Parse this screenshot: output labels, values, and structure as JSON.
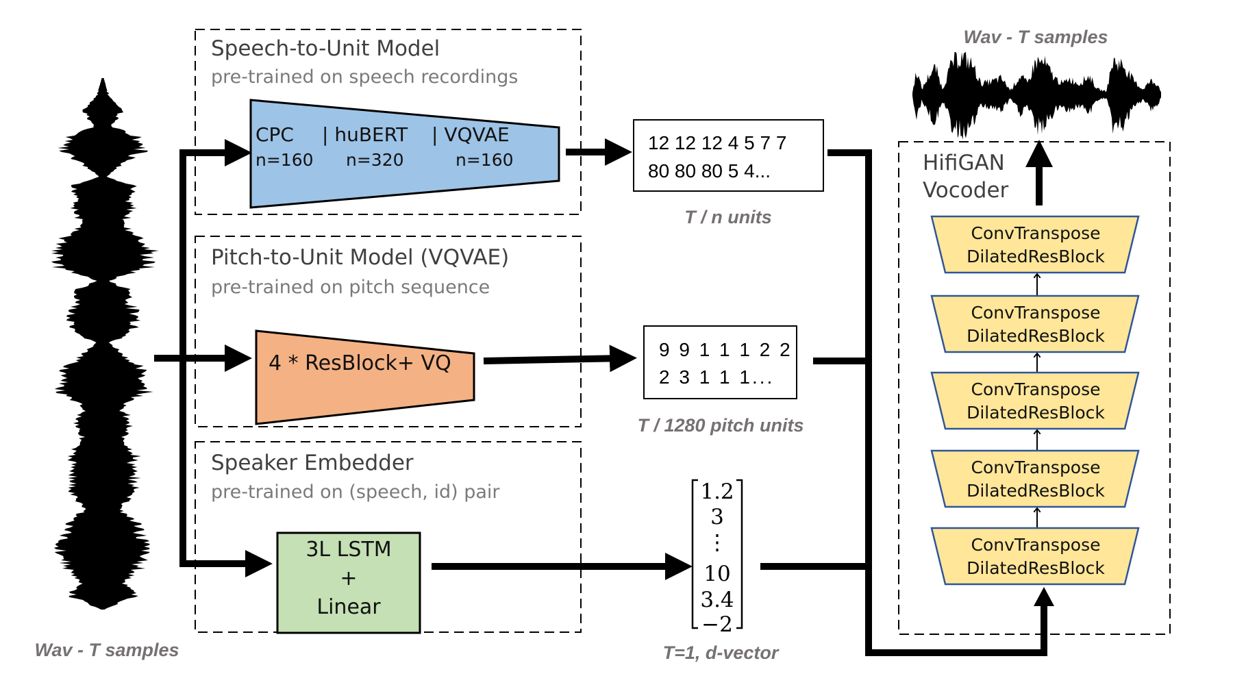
{
  "input": {
    "caption": "Wav - T samples"
  },
  "output": {
    "caption": "Wav - T samples"
  },
  "speech_to_unit": {
    "title": "Speech-to-Unit Model",
    "subtitle": "pre-trained on speech recordings",
    "block": {
      "line1": [
        "CPC",
        "| huBERT",
        "| VQVAE"
      ],
      "line2": [
        "n=160",
        "n=320",
        "n=160"
      ],
      "color": "#9DC3E6"
    },
    "units": {
      "line1": "12 12 12 4 5 7 7",
      "line2": "80 80 80 5 4...",
      "caption": "T / n units"
    }
  },
  "pitch_to_unit": {
    "title": "Pitch-to-Unit Model (VQVAE)",
    "subtitle": "pre-trained on pitch sequence",
    "block": {
      "label": "4 * ResBlock+ VQ",
      "color": "#F4B183"
    },
    "units": {
      "line1": "9 9 1 1 1 2 2",
      "line2": "2 3 1 1 1...",
      "caption": "T / 1280 pitch units"
    }
  },
  "speaker_embedder": {
    "title": "Speaker Embedder",
    "subtitle": "pre-trained on (speech, id) pair",
    "block": {
      "line1": "3L LSTM",
      "line2": "+",
      "line3": "Linear",
      "color": "#C5E0B4"
    },
    "vector": {
      "values": [
        "1.2",
        "3",
        "⋮",
        "10",
        "3.4",
        "−2"
      ],
      "caption": "T=1, d-vector"
    }
  },
  "vocoder": {
    "title_line1": "HifiGAN",
    "title_line2": "Vocoder",
    "block_color": "#FFE699",
    "block_border": "#2F5597",
    "blocks": [
      {
        "line1": "ConvTranspose",
        "line2": "DilatedResBlock"
      },
      {
        "line1": "ConvTranspose",
        "line2": "DilatedResBlock"
      },
      {
        "line1": "ConvTranspose",
        "line2": "DilatedResBlock"
      },
      {
        "line1": "ConvTranspose",
        "line2": "DilatedResBlock"
      },
      {
        "line1": "ConvTranspose",
        "line2": "DilatedResBlock"
      }
    ]
  }
}
